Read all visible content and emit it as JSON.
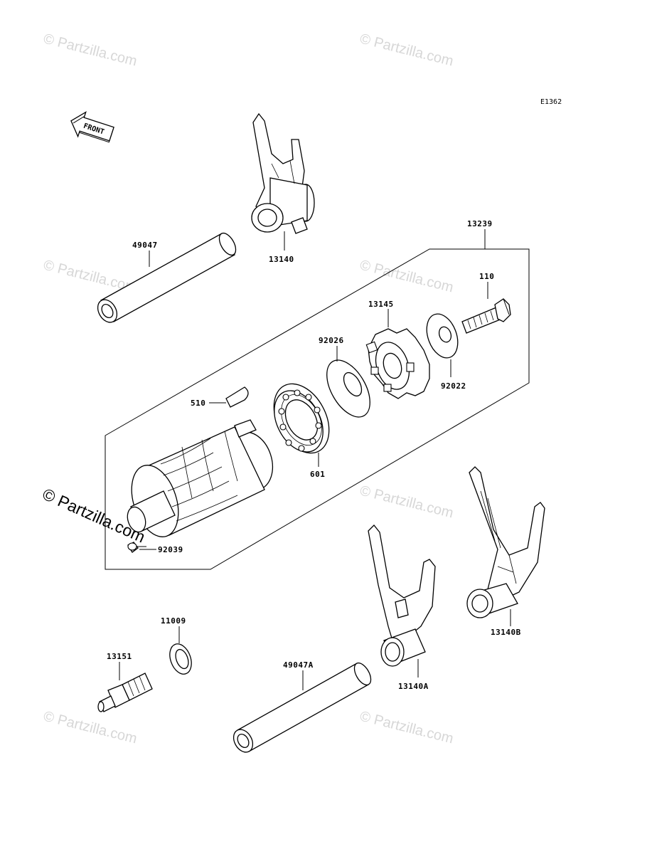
{
  "diagram_code": "E1362",
  "front_label": "FRONT",
  "watermark_text": "© Partzilla.com",
  "parts": {
    "fork_top": "13140",
    "shaft_top": "49047",
    "drum_assembly": "13239",
    "bolt": "110",
    "cam_plate": "13145",
    "washer_cam": "92022",
    "shim": "92026",
    "key": "510",
    "bearing": "601",
    "pin": "92039",
    "gasket": "11009",
    "switch": "13151",
    "shaft_bottom": "49047A",
    "fork_a": "13140A",
    "fork_b": "13140B"
  },
  "colors": {
    "line": "#000000",
    "watermark": "#d7d7d7",
    "background": "#ffffff"
  }
}
